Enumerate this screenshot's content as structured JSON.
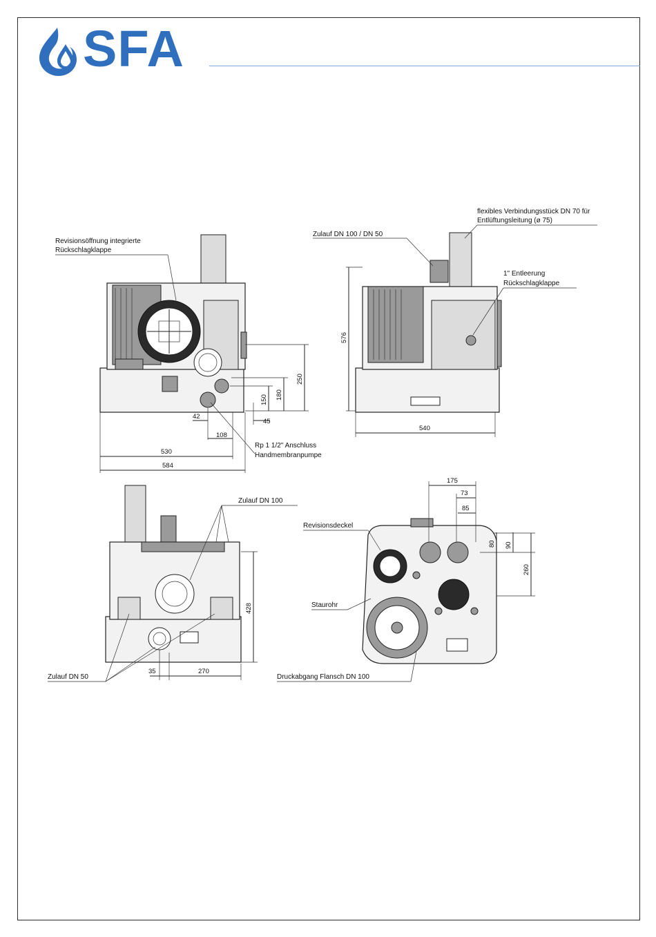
{
  "header": {
    "brand_name": "SFA",
    "brand_color": "#2f6fbd",
    "rule_color": "#7fa6d8",
    "logo_icon": "water-drop-icon"
  },
  "drawing": {
    "labels": {
      "revision_opening": [
        "Revisionsöffnung integrierte",
        "Rückschlagklappe"
      ],
      "inlet_top": "Zulauf DN 100 / DN 50",
      "flex_connector": [
        "flexibles Verbindungsstück DN 70 für",
        "Entlüftungsleitung (ø 75)"
      ],
      "check_valve_vent": [
        "1\" Entleerung",
        "Rückschlagklappe"
      ],
      "hand_pump": [
        "Rp 1 1/2\" Anschluss",
        "Handmembranpumpe"
      ],
      "inlet_dn100": "Zulauf DN 100",
      "inlet_dn50": "Zulauf DN 50",
      "revision_cover": "Revisionsdeckel",
      "baffle_pipe": "Staurohr",
      "discharge": "Druckabgang Flansch DN 100"
    },
    "dimensions": {
      "d250": "250",
      "d180": "180",
      "d150": "150",
      "d42": "42",
      "d45": "45",
      "d108": "108",
      "d530": "530",
      "d584": "584",
      "d576": "576",
      "d540": "540",
      "d428": "428",
      "d35": "35",
      "d270": "270",
      "d175": "175",
      "d73": "73",
      "d85": "85",
      "d80": "80",
      "d90": "90",
      "d260": "260"
    }
  }
}
